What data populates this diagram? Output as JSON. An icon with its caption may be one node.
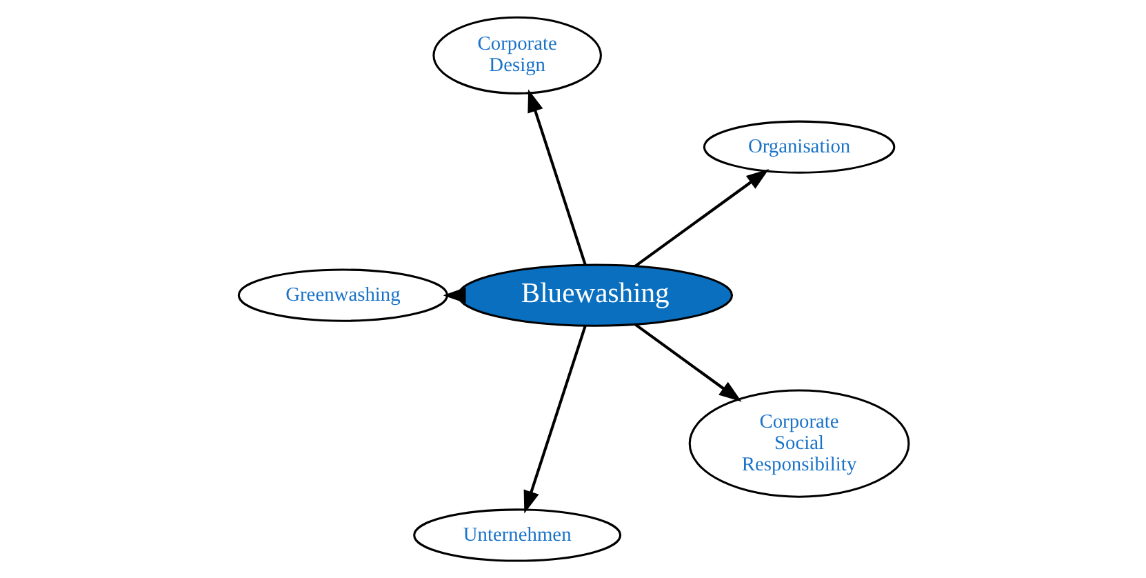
{
  "diagram": {
    "nodes": [
      {
        "text": [
          "Bluewashing"
        ]
      },
      {
        "text": [
          "Organisation"
        ]
      },
      {
        "text": [
          "Corporate Design"
        ]
      },
      {
        "text": [
          "Greenwashing"
        ]
      },
      {
        "text": [
          "Unternehmen"
        ]
      },
      {
        "text": [
          "Corporate Social Responsibility"
        ]
      }
    ],
    "edges": [
      {
        "from": 0,
        "to": 1,
        "arrow": "to"
      },
      {
        "from": 0,
        "to": 2,
        "arrow": "to"
      },
      {
        "from": 0,
        "to": 3,
        "arrow": "to"
      },
      {
        "from": 0,
        "to": 4,
        "arrow": "to"
      },
      {
        "from": 0,
        "to": 5,
        "arrow": "to"
      }
    ]
  }
}
